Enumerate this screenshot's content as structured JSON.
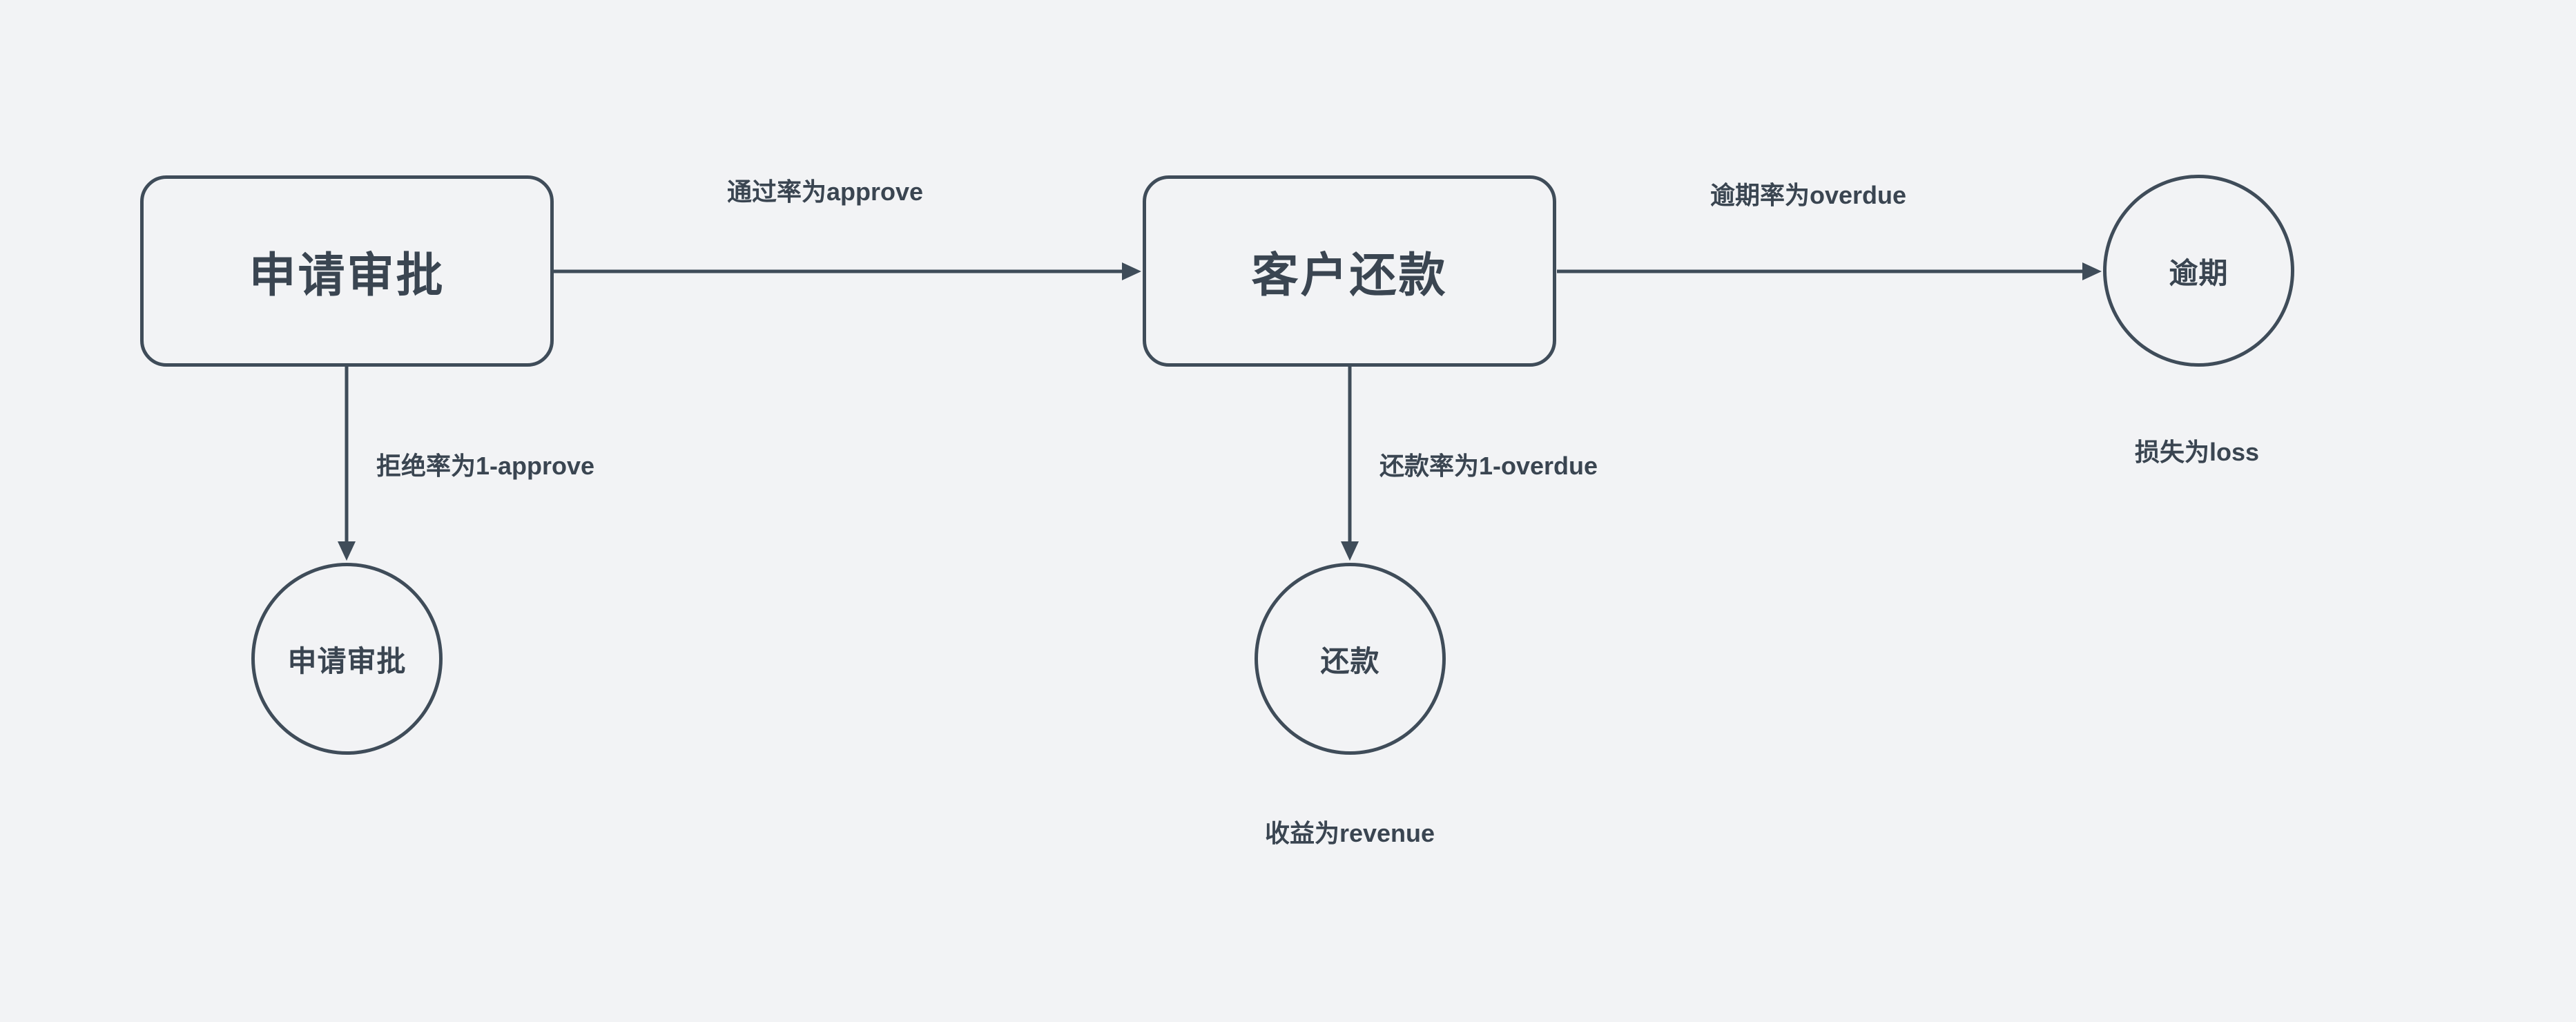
{
  "diagram": {
    "type": "flowchart",
    "background_color": "#f2f3f5",
    "stroke_color": "#3f4c59",
    "text_color": "#3a4551",
    "nodes": [
      {
        "id": "approval",
        "shape": "rounded-rect",
        "label": "申请审批"
      },
      {
        "id": "repayment",
        "shape": "rounded-rect",
        "label": "客户还款"
      },
      {
        "id": "reject-terminal",
        "shape": "circle",
        "label": "申请审批"
      },
      {
        "id": "repaid-terminal",
        "shape": "circle",
        "label": "还款"
      },
      {
        "id": "overdue-terminal",
        "shape": "circle",
        "label": "逾期"
      }
    ],
    "edges": [
      {
        "from": "approval",
        "to": "repayment",
        "direction": "right",
        "label": "通过率为approve"
      },
      {
        "from": "repayment",
        "to": "overdue-terminal",
        "direction": "right",
        "label": "逾期率为overdue"
      },
      {
        "from": "approval",
        "to": "reject-terminal",
        "direction": "down",
        "label": "拒绝率为1-approve"
      },
      {
        "from": "repayment",
        "to": "repaid-terminal",
        "direction": "down",
        "label": "还款率为1-overdue"
      }
    ],
    "notes": [
      {
        "attached_to": "overdue-terminal",
        "text": "损失为loss"
      },
      {
        "attached_to": "repaid-terminal",
        "text": "收益为revenue"
      }
    ]
  }
}
